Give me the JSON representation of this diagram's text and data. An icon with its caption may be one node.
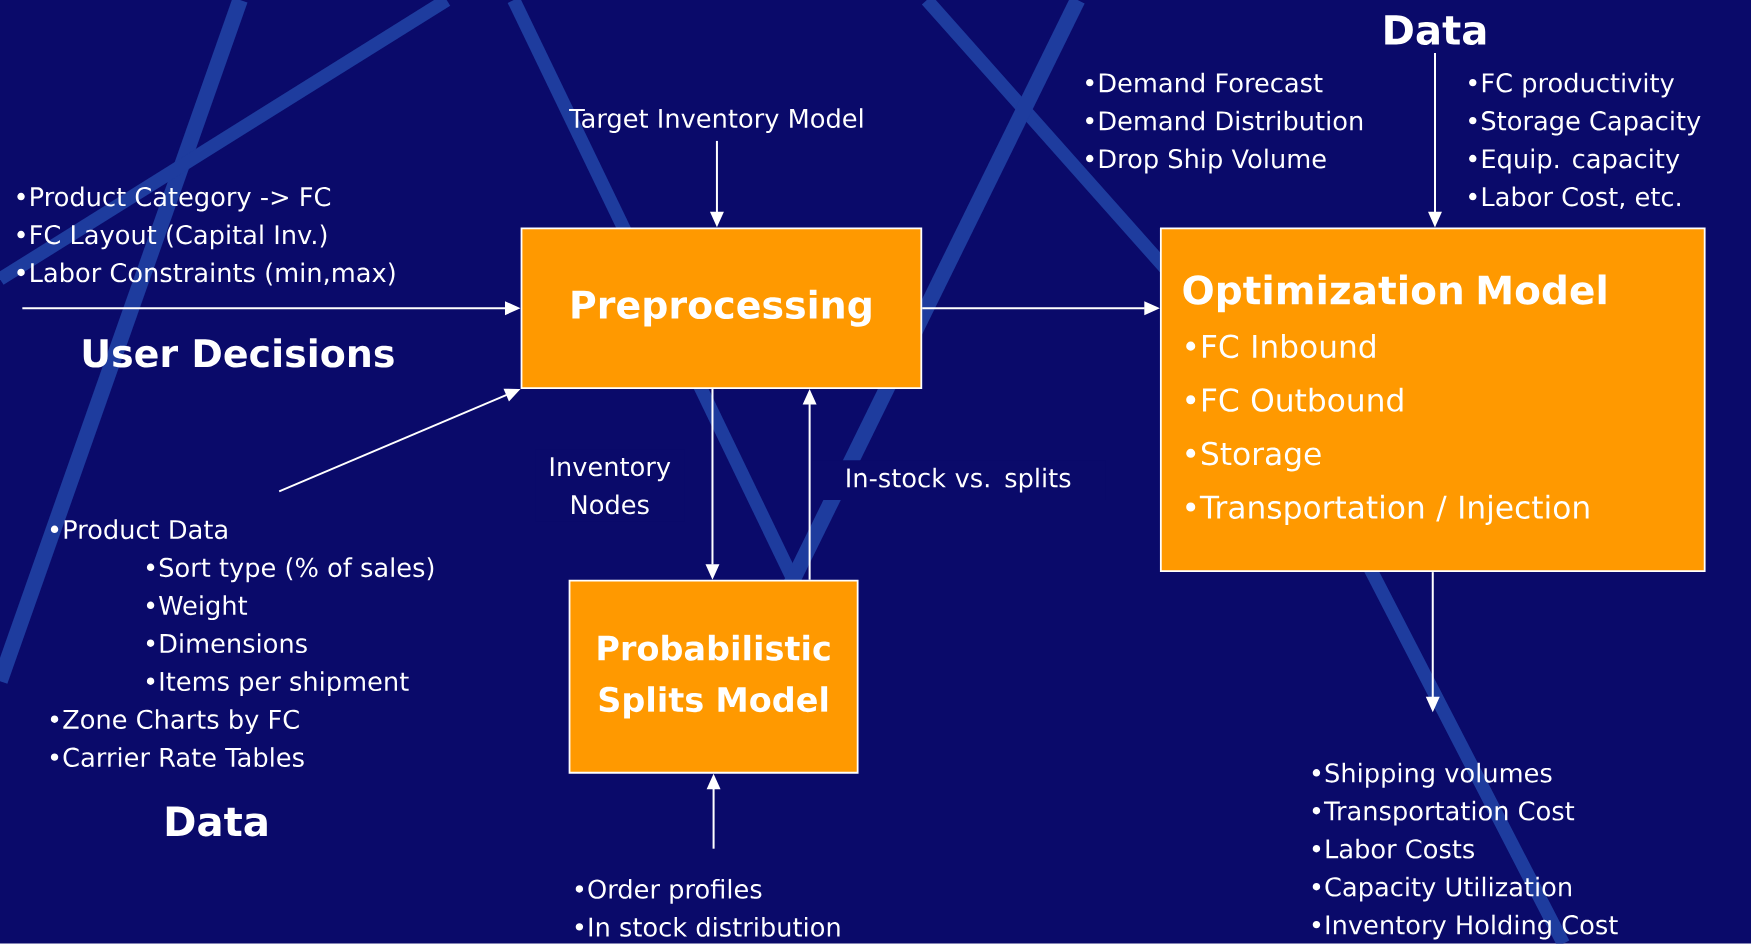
{
  "diagram": {
    "nodes": [
      {
        "text": [
          "Preprocessing"
        ]
      },
      {
        "text": [
          "Optimization Model",
          "•FC Inbound",
          "•FC Outbound",
          "•Storage",
          "•Transportation / Injection"
        ]
      },
      {
        "text": [
          "Probabilistic Splits Model"
        ]
      },
      {
        "text": [
          "Target Inventory Model"
        ]
      },
      {
        "text": [
          "•Product Category -> FC",
          "•FC Layout (Capital Inv.)",
          "•Labor Constraints (min,max)"
        ]
      },
      {
        "text": [
          "•Product Data",
          "•Sort type (% of sales)",
          "•Weight",
          "•Dimensions",
          "•Items per shipment",
          "•Zone Charts by FC",
          "•Carrier Rate Tables",
          "Data"
        ]
      },
      {
        "text": [
          "Data"
        ]
      },
      {
        "text": [
          "•Shipping volumes",
          "•Transportation Cost",
          "•Labor Costs",
          "•Capacity Utilization",
          "•Inventory Holding Cost"
        ]
      },
      {
        "text": [
          "•Order profiles",
          "•In stock distribution"
        ]
      }
    ],
    "edges": [
      {
        "from": 3,
        "to": 0,
        "arrow": "to"
      },
      {
        "from": 4,
        "to": 0,
        "arrow": "to"
      },
      {
        "from": 5,
        "to": 0,
        "arrow": "to"
      },
      {
        "from": 0,
        "to": 1,
        "arrow": "to"
      },
      {
        "from": 6,
        "to": 1,
        "arrow": "to"
      },
      {
        "from": 0,
        "to": 2,
        "arrow": "to",
        "label": "Inventory Nodes"
      },
      {
        "from": 2,
        "to": 0,
        "arrow": "to",
        "label": "In-stock vs. splits"
      },
      {
        "from": 8,
        "to": 2,
        "arrow": "to"
      },
      {
        "from": 1,
        "to": 7,
        "arrow": "to"
      }
    ],
    "labels": [
      "User Decisions",
      "•Demand Forecast",
      "•Demand Distribution",
      "•Drop Ship Volume",
      "•FC productivity",
      "•Storage Capacity",
      "•Equip. capacity",
      "•Labor Cost, etc."
    ]
  }
}
